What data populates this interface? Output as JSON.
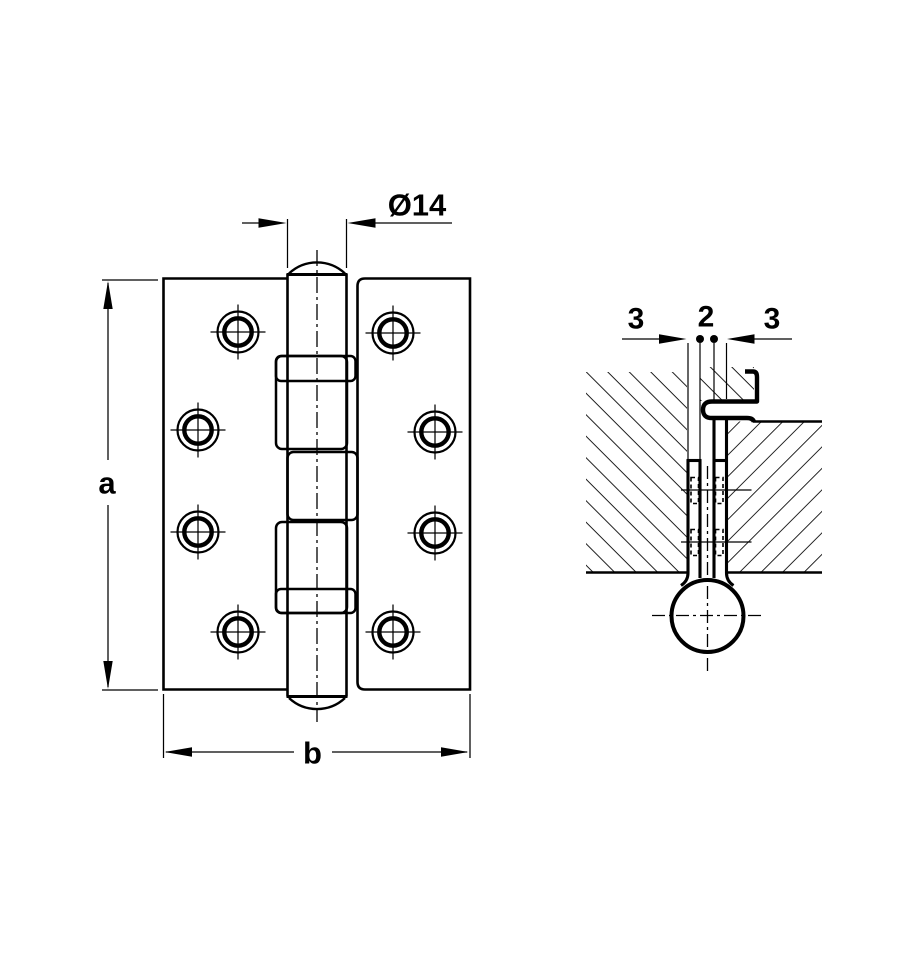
{
  "drawing": {
    "subject": "butt-hinge technical drawing, front elevation and installed section",
    "colors": {
      "line": "#000000",
      "background": "#ffffff"
    },
    "front_view": {
      "height_dim_label": "a",
      "width_dim_label": "b",
      "pin_dia_label": "Ø14",
      "screw_hole_count": "8"
    },
    "section_view": {
      "door_leaf_thickness_label": "3",
      "gap_label": "2",
      "frame_leaf_thickness_label": "3"
    }
  }
}
